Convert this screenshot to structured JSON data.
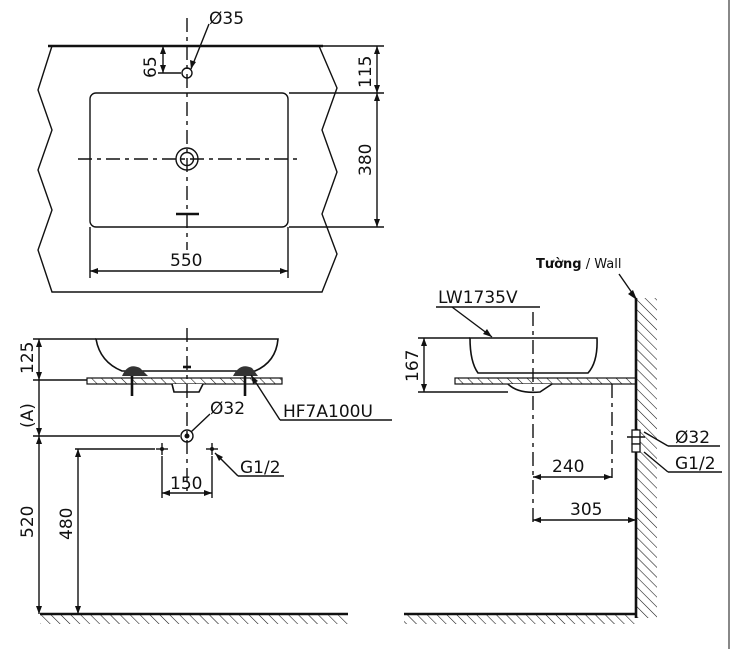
{
  "top_view": {
    "tap_hole_diameter": "Ø35",
    "tap_offset": "65",
    "top_to_bowl": "115",
    "bowl_depth": "380",
    "bowl_width": "550"
  },
  "front_view": {
    "basin_height": "125",
    "ref_height": "(A)",
    "drain_diameter": "Ø32",
    "drain_model": "HF7A100U",
    "supply_thread": "G1/2",
    "supply_spacing": "150",
    "drain_height": "520",
    "supply_height": "480"
  },
  "side_view": {
    "wall_label_bold": "Tường",
    "wall_label_sep": " / ",
    "wall_label_en": "Wall",
    "model": "LW1735V",
    "basin_height": "167",
    "drain_diameter": "Ø32",
    "supply_thread": "G1/2",
    "drain_to_wall_inner": "240",
    "drain_to_wall": "305"
  }
}
